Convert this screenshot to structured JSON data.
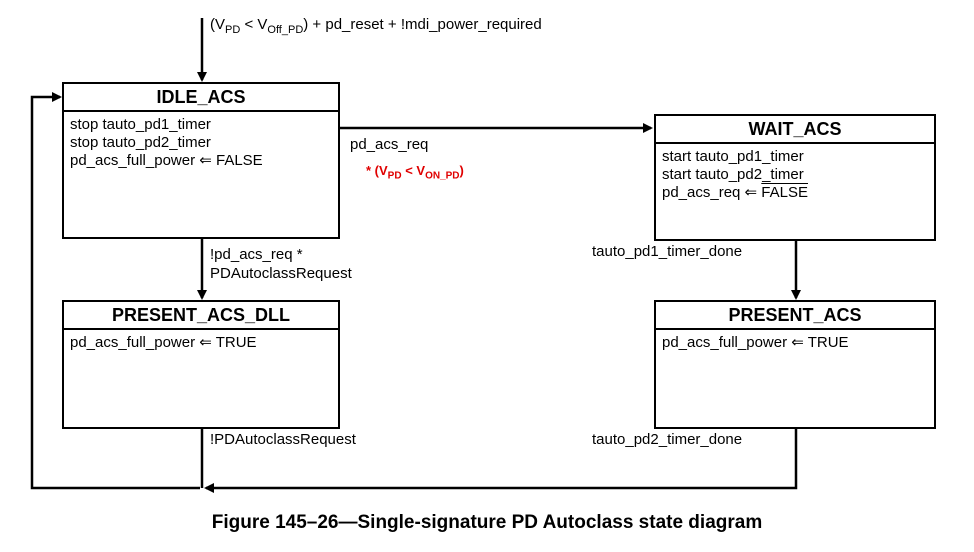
{
  "entry_condition": {
    "open": "(V",
    "pd_sub": "PD",
    "lt": " < V",
    "off_sub": "Off_PD",
    "rest": ") + pd_reset + !mdi_power_required"
  },
  "states": {
    "idle": {
      "title": "IDLE_ACS",
      "lines": [
        "stop tauto_pd1_timer",
        "stop tauto_pd2_timer",
        "pd_acs_full_power ⇐ FALSE"
      ]
    },
    "wait": {
      "title": "WAIT_ACS",
      "lines": [
        "start tauto_pd1_timer",
        "start tauto_pd2_timer"
      ],
      "assign_pre": "pd_acs_req ⇐ ",
      "assign_value": "FALSE"
    },
    "present_dll": {
      "title": "PRESENT_ACS_DLL",
      "lines": [
        "pd_acs_full_power ⇐ TRUE"
      ]
    },
    "present": {
      "title": "PRESENT_ACS",
      "lines": [
        "pd_acs_full_power ⇐ TRUE"
      ]
    }
  },
  "transitions": {
    "idle_to_wait": "pd_acs_req",
    "idle_to_wait_extra": {
      "prefix": "* (V",
      "pd_sub": "PD",
      "lt": " < V",
      "on_sub": "ON_PD",
      "close": ")"
    },
    "idle_to_present_dll_1": "!pd_acs_req *",
    "idle_to_present_dll_2": "PDAutoclassRequest",
    "wait_to_present": "tauto_pd1_timer_done",
    "present_dll_return": "!PDAutoclassRequest",
    "present_return": "tauto_pd2_timer_done"
  },
  "caption": "Figure 145–26—Single-signature PD Autoclass state diagram"
}
